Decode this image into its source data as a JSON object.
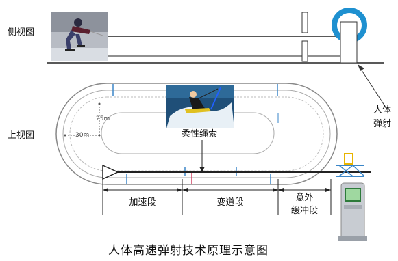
{
  "views": {
    "side_view": "侧视图",
    "top_view": "上视图"
  },
  "labels": {
    "flexible_rope": "柔性绳索",
    "device_label_line1": "人体",
    "device_label_line2": "弹射"
  },
  "segments": {
    "accelerate": "加速段",
    "lane_change": "变道段",
    "buffer_line1": "意外",
    "buffer_line2": "缓冲段"
  },
  "dimensions": {
    "radius_25": "25m",
    "radius_30": "30m"
  },
  "caption": "人体高速弹射技术原理示意图",
  "colors": {
    "ring": "#1e90d0",
    "lane_marker_blue": "#3a86c8",
    "lane_marker_red": "#d04060",
    "bracket_yellow": "#e8b400",
    "track_outline": "#888888"
  }
}
